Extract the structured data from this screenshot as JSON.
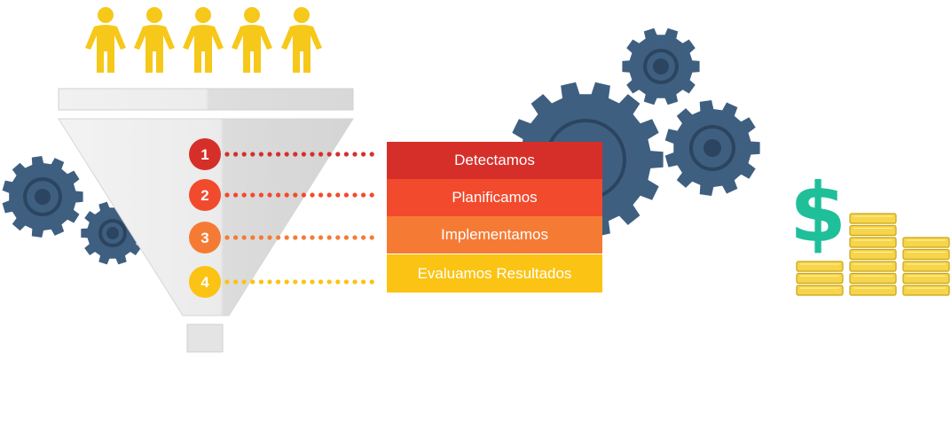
{
  "steps": [
    {
      "number": "1",
      "label": "Detectamos",
      "color": "#d62f2a"
    },
    {
      "number": "2",
      "label": "Planificamos",
      "color": "#f24a2c"
    },
    {
      "number": "3",
      "label": "Implementamos",
      "color": "#f57b35"
    },
    {
      "number": "4",
      "label": "Evaluamos Resultados",
      "color": "#fbc313"
    }
  ],
  "money_symbol": "$",
  "colors": {
    "people": "#f6c81a",
    "funnel": "#e9e9e9",
    "gear": "#3f5f80",
    "gear_dark": "#2b4460",
    "dollar": "#1fbf9a",
    "coin": "#f7d54a"
  },
  "icons": [
    "person-icon",
    "funnel-icon",
    "gear-icon",
    "dollar-sign-icon",
    "coin-stack-icon"
  ]
}
